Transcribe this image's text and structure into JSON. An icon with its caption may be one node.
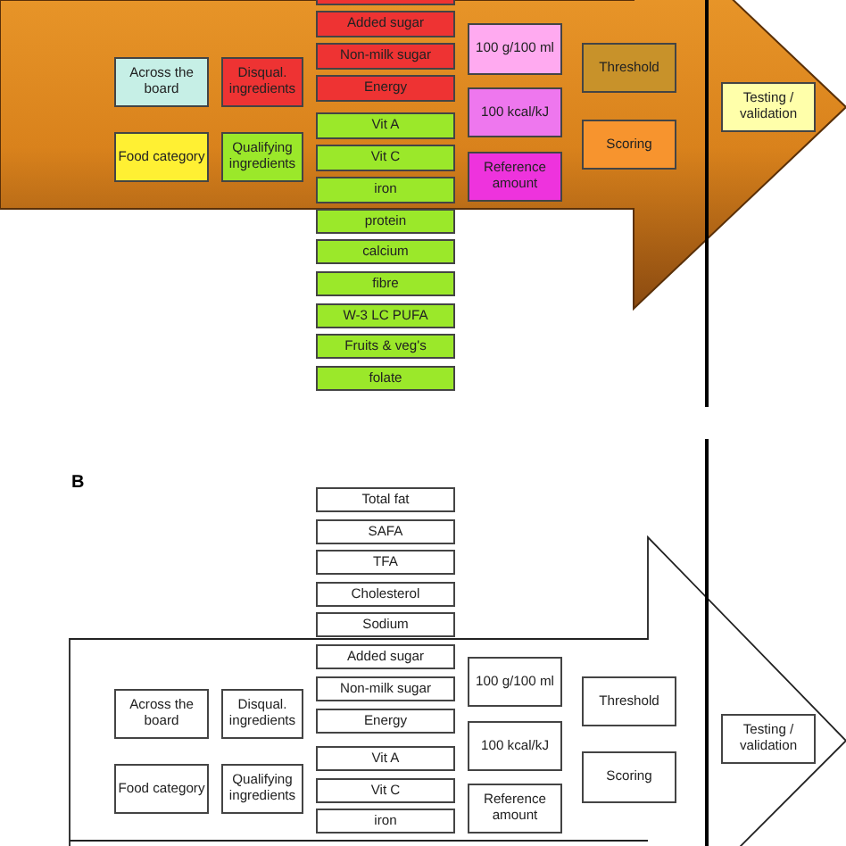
{
  "diagram": {
    "nodes": [
      {
        "text": [],
        "shape": "box"
      },
      {
        "text": [
          "Across the board"
        ]
      },
      {
        "text": [
          "Disqual. ingredients"
        ]
      },
      {
        "text": [
          "Food category"
        ]
      },
      {
        "text": [
          "Qualifying ingredients"
        ]
      },
      {
        "text": [
          "Added sugar"
        ]
      },
      {
        "text": [
          "Non-milk sugar"
        ]
      },
      {
        "text": [
          "Energy"
        ]
      },
      {
        "text": [
          "Vit A"
        ]
      },
      {
        "text": [
          "Vit C"
        ]
      },
      {
        "text": [
          "iron"
        ]
      },
      {
        "text": [
          "protein"
        ]
      },
      {
        "text": [
          "calcium"
        ]
      },
      {
        "text": [
          "fibre"
        ]
      },
      {
        "text": [
          "W-3 LC PUFA"
        ]
      },
      {
        "text": [
          "Fruits & veg's"
        ]
      },
      {
        "text": [
          "folate"
        ]
      },
      {
        "text": [
          "100 g/100 ml"
        ]
      },
      {
        "text": [
          "100 kcal/kJ"
        ]
      },
      {
        "text": [
          "Reference amount"
        ]
      },
      {
        "text": [
          "Threshold"
        ]
      },
      {
        "text": [
          "Scoring"
        ]
      },
      {
        "text": [
          "Testing / validation"
        ]
      },
      {
        "text": [
          "Across the board"
        ]
      },
      {
        "text": [
          "Disqual. ingredients"
        ]
      },
      {
        "text": [
          "Food category"
        ]
      },
      {
        "text": [
          "Qualifying ingredients"
        ]
      },
      {
        "text": [
          "Total fat"
        ]
      },
      {
        "text": [
          "SAFA"
        ]
      },
      {
        "text": [
          "TFA"
        ]
      },
      {
        "text": [
          "Cholesterol"
        ]
      },
      {
        "text": [
          "Sodium"
        ]
      },
      {
        "text": [
          "Added sugar"
        ]
      },
      {
        "text": [
          "Non-milk sugar"
        ]
      },
      {
        "text": [
          "Energy"
        ]
      },
      {
        "text": [
          "Vit A"
        ]
      },
      {
        "text": [
          "Vit C"
        ]
      },
      {
        "text": [
          "iron"
        ]
      },
      {
        "text": [
          "100 g/100 ml"
        ]
      },
      {
        "text": [
          "100 kcal/kJ"
        ]
      },
      {
        "text": [
          "Reference amount"
        ]
      },
      {
        "text": [
          "Threshold"
        ]
      },
      {
        "text": [
          "Scoring"
        ]
      },
      {
        "text": [
          "Testing / validation"
        ]
      }
    ],
    "labels": [
      "B"
    ]
  }
}
